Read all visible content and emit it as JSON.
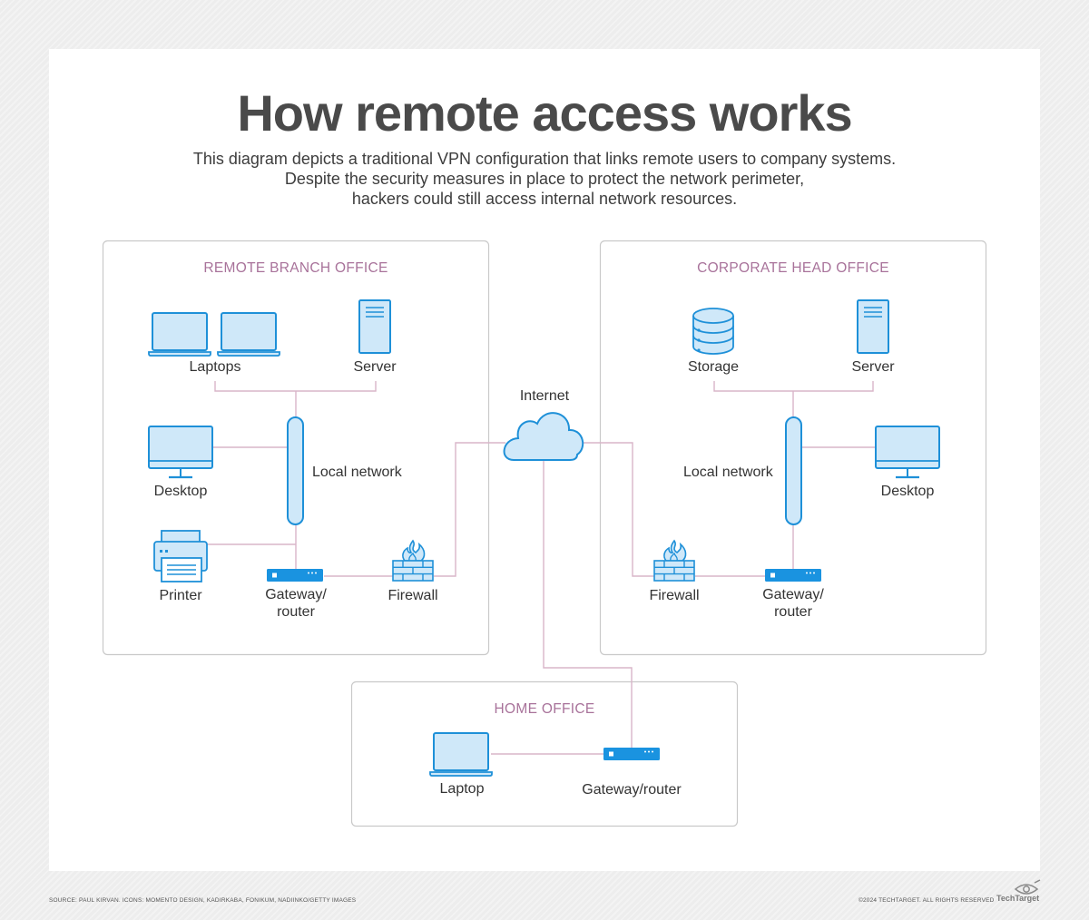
{
  "title": "How remote access works",
  "subtitle_lines": [
    "This diagram depicts a traditional VPN configuration that links remote users to company systems.",
    "Despite the security measures in place to protect the network perimeter,",
    "hackers could still access internal network resources."
  ],
  "branch": {
    "heading": "REMOTE BRANCH OFFICE",
    "laptops": "Laptops",
    "server": "Server",
    "local_network": "Local network",
    "desktop": "Desktop",
    "printer": "Printer",
    "gateway_line1": "Gateway/",
    "gateway_line2": "router",
    "firewall": "Firewall"
  },
  "internet": "Internet",
  "head": {
    "heading": "CORPORATE HEAD OFFICE",
    "storage": "Storage",
    "server": "Server",
    "local_network": "Local network",
    "desktop": "Desktop",
    "firewall": "Firewall",
    "gateway_line1": "Gateway/",
    "gateway_line2": "router"
  },
  "home": {
    "heading": "HOME OFFICE",
    "laptop": "Laptop",
    "gateway": "Gateway/router"
  },
  "footer": {
    "source": "SOURCE: PAUL KIRVAN. ICONS: MOMENTO DESIGN, KADIRKABA, FONIKUM, NADIINKO/GETTY IMAGES",
    "copyright": "©2024 TECHTARGET. ALL RIGHTS RESERVED",
    "brand": "TechTarget"
  },
  "colors": {
    "icon_fill": "#cfe8f9",
    "icon_stroke": "#1e90d8",
    "device_blue": "#1a93e0",
    "connector": "#d9b5c9",
    "section_heading": "#a8729a"
  }
}
